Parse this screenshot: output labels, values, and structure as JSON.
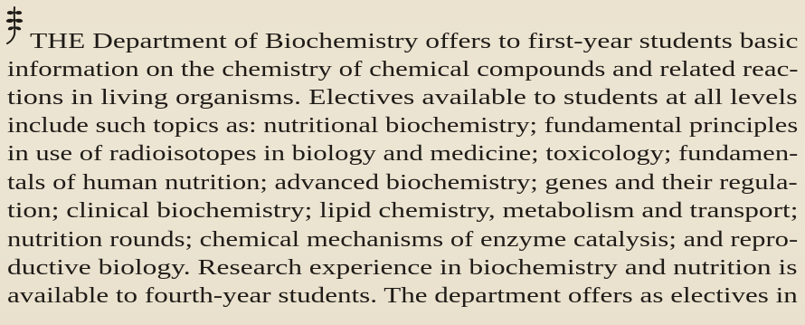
{
  "paragraph": {
    "lines": [
      "THE Department of Biochemistry offers to first-year students basic",
      "information on the chemistry of chemical compounds and related reac-",
      "tions in living organisms. Electives available to students at all levels",
      "include such topics as: nutritional biochemistry; fundamental principles",
      "in use of radioisotopes in biology and medicine; toxicology; fundamen-",
      "tals of human nutrition; advanced biochemistry; genes and their regula-",
      "tion; clinical biochemistry; lipid chemistry, metabolism and transport;",
      "nutrition rounds; chemical mechanisms of enzyme catalysis; and repro-",
      "ductive biology. Research experience in biochemistry and nutrition is",
      "available to fourth-year students. The department offers as electives in"
    ]
  }
}
